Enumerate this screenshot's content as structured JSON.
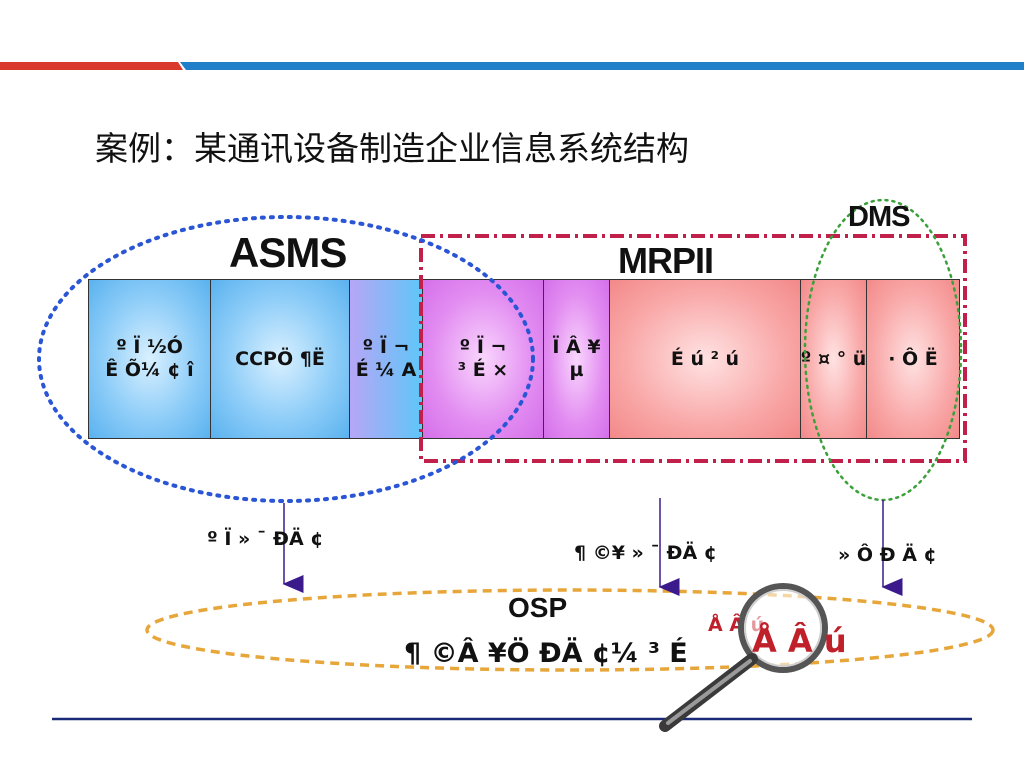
{
  "title": "案例：某通讯设备制造企业信息系统结构",
  "colors": {
    "banner_red": "#d93a2b",
    "banner_blue": "#1f7fc8",
    "footer_line": "#1b2a78",
    "asms_ellipse": "#2a55d4",
    "mrp_box": "#c0204a",
    "dms_ellipse": "#3aa03a",
    "osp_ellipse": "#e7a63a",
    "arrow": "#3b1a8c",
    "highlight_text": "#c0202a"
  },
  "groups": {
    "asms": "ASMS",
    "mrp": "MRPII",
    "dms": "DMS"
  },
  "modules": [
    {
      "label": "º Ï ½Ó\nÊ Õ¼ ¢ î"
    },
    {
      "label": "CCPÖ ¶Ë"
    },
    {
      "label": "º Ï ¬\nÉ ¼ A"
    },
    {
      "label": "º Ï ¬\n³ É ×"
    },
    {
      "label": "Ï Â ¥\nµ"
    },
    {
      "label": "É ú ² ú"
    },
    {
      "label": "º ¤ ° ü"
    },
    {
      "label": "· Ô Ë"
    }
  ],
  "flows": {
    "left": "º Ï » ¯ ÐÄ ¢",
    "middle": "¶ ©¥ » ¯ ÐÄ ¢",
    "right": "» Ô Ð Ä ¢"
  },
  "osp": {
    "title": "OSP",
    "subtitle": "¶ ©Â ¥Ö ÐÄ ¢¼ ³ É"
  },
  "magnifier": {
    "small_text": "Å Â ú",
    "large_text": "Å Â ú"
  }
}
